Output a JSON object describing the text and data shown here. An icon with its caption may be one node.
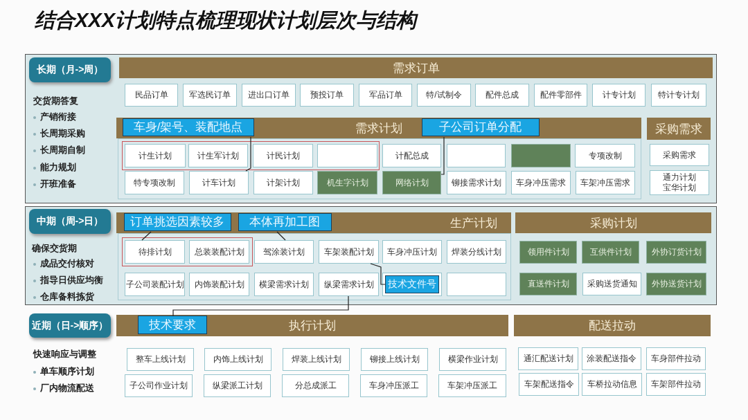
{
  "diagram": {
    "title": "结合XXX计划特点梳理现状计划层次与结构",
    "nodes": [
      {
        "text": [
          "长期（月->周）"
        ]
      },
      {
        "text": [
          "需求订单"
        ]
      },
      {
        "text": [
          "民品订单"
        ]
      },
      {
        "text": [
          "军选民订单"
        ]
      },
      {
        "text": [
          "进出口订单"
        ]
      },
      {
        "text": [
          "预投订单"
        ]
      },
      {
        "text": [
          "军品订单"
        ]
      },
      {
        "text": [
          "特/试制令"
        ]
      },
      {
        "text": [
          "配件总成"
        ]
      },
      {
        "text": [
          "配件零部件"
        ]
      },
      {
        "text": [
          "计专计划"
        ]
      },
      {
        "text": [
          "特计专计划"
        ]
      },
      {
        "text": [
          "需求计划"
        ]
      },
      {
        "text": [
          "计生计划"
        ]
      },
      {
        "text": [
          "计生军计划"
        ]
      },
      {
        "text": [
          "计民计划"
        ]
      },
      {
        "text": [],
        "shape": "box"
      },
      {
        "text": [
          "计配总成"
        ]
      },
      {
        "text": [],
        "shape": "box"
      },
      {
        "text": [],
        "shape": "box"
      },
      {
        "text": [
          "专项改制"
        ]
      },
      {
        "text": [
          "特专项改制"
        ]
      },
      {
        "text": [
          "计车计划"
        ]
      },
      {
        "text": [
          "计架计划"
        ]
      },
      {
        "text": [
          "机生字计划"
        ]
      },
      {
        "text": [
          "网络计划"
        ]
      },
      {
        "text": [
          "铆接需求计划"
        ]
      },
      {
        "text": [
          "车身冲压需求"
        ]
      },
      {
        "text": [
          "车架冲压需求"
        ]
      },
      {
        "text": [
          "采购需求"
        ]
      },
      {
        "text": [
          "采购需求"
        ]
      },
      {
        "text": [
          "通力计划宝华计划"
        ]
      },
      {
        "text": [
          "车身/架号、装配地点"
        ],
        "in": 12
      },
      {
        "text": [
          "子公司订单分配"
        ],
        "in": 12
      },
      {
        "text": [
          "中期（周->日）"
        ]
      },
      {
        "text": [
          "生产计划"
        ]
      },
      {
        "text": [
          "待排计划"
        ]
      },
      {
        "text": [
          "总装装配计划"
        ]
      },
      {
        "text": [
          "驾涂装计划"
        ]
      },
      {
        "text": [
          "车架装配计划"
        ]
      },
      {
        "text": [
          "车身冲压计划"
        ]
      },
      {
        "text": [
          "焊装分线计划"
        ]
      },
      {
        "text": [
          "子公司装配计划"
        ]
      },
      {
        "text": [
          "内饰装配计划"
        ]
      },
      {
        "text": [
          "横梁需求计划"
        ]
      },
      {
        "text": [
          "纵梁需求计划"
        ]
      },
      {
        "text": [],
        "shape": "box"
      },
      {
        "text": [],
        "shape": "box"
      },
      {
        "text": [
          "采购计划"
        ]
      },
      {
        "text": [
          "领用件计划"
        ]
      },
      {
        "text": [
          "互供件计划"
        ]
      },
      {
        "text": [
          "外协订货计划"
        ]
      },
      {
        "text": [
          "直送件计划"
        ]
      },
      {
        "text": [
          "采购送货通知"
        ]
      },
      {
        "text": [
          "外协送货计划"
        ]
      },
      {
        "text": [
          "订单挑选因素较多"
        ],
        "in": 35
      },
      {
        "text": [
          "本体再加工图"
        ],
        "in": 35
      },
      {
        "text": [
          "技术文件号"
        ],
        "in": 46
      },
      {
        "text": [
          "近期（日->顺序）"
        ]
      },
      {
        "text": [
          "执行计划"
        ]
      },
      {
        "text": [
          "技术要求"
        ],
        "in": 59
      },
      {
        "text": [
          "整车上线计划"
        ]
      },
      {
        "text": [
          "内饰上线计划"
        ]
      },
      {
        "text": [
          "焊装上线计划"
        ]
      },
      {
        "text": [
          "铆接上线计划"
        ]
      },
      {
        "text": [
          "横梁作业计划"
        ]
      },
      {
        "text": [
          "子公司作业计划"
        ]
      },
      {
        "text": [
          "纵梁派工计划"
        ]
      },
      {
        "text": [
          "分总成派工"
        ]
      },
      {
        "text": [
          "车身冲压派工"
        ]
      },
      {
        "text": [
          "车架冲压派工"
        ]
      },
      {
        "text": [
          "配送拉动"
        ]
      },
      {
        "text": [
          "通汇配送计划"
        ]
      },
      {
        "text": [
          "涂装配送指令"
        ]
      },
      {
        "text": [
          "车身部件拉动"
        ]
      },
      {
        "text": [
          "车架配送指令"
        ]
      },
      {
        "text": [
          "车桥拉动信息"
        ]
      },
      {
        "text": [
          "车架部件拉动"
        ]
      }
    ],
    "edges": [
      {
        "from": 32,
        "to": 22,
        "arrow": "none"
      },
      {
        "from": 33,
        "to": 25,
        "arrow": "none"
      },
      {
        "from": 55,
        "to": 36,
        "arrow": "none"
      },
      {
        "from": 56,
        "to": 38,
        "arrow": "none"
      },
      {
        "from": 57,
        "to": 39,
        "arrow": "none"
      },
      {
        "from": 60,
        "to": 45,
        "arrow": "none"
      }
    ],
    "labels": [
      "交货期答复",
      "产销衔接",
      "长周期采购",
      "长周期自制",
      "能力规划",
      "开班准备",
      "确保交货期",
      "成品交付核对",
      "指导日供应均衡",
      "仓库备料拣货",
      "快速响应与调整",
      "单车顺序计划",
      "厂内物流配送"
    ]
  }
}
